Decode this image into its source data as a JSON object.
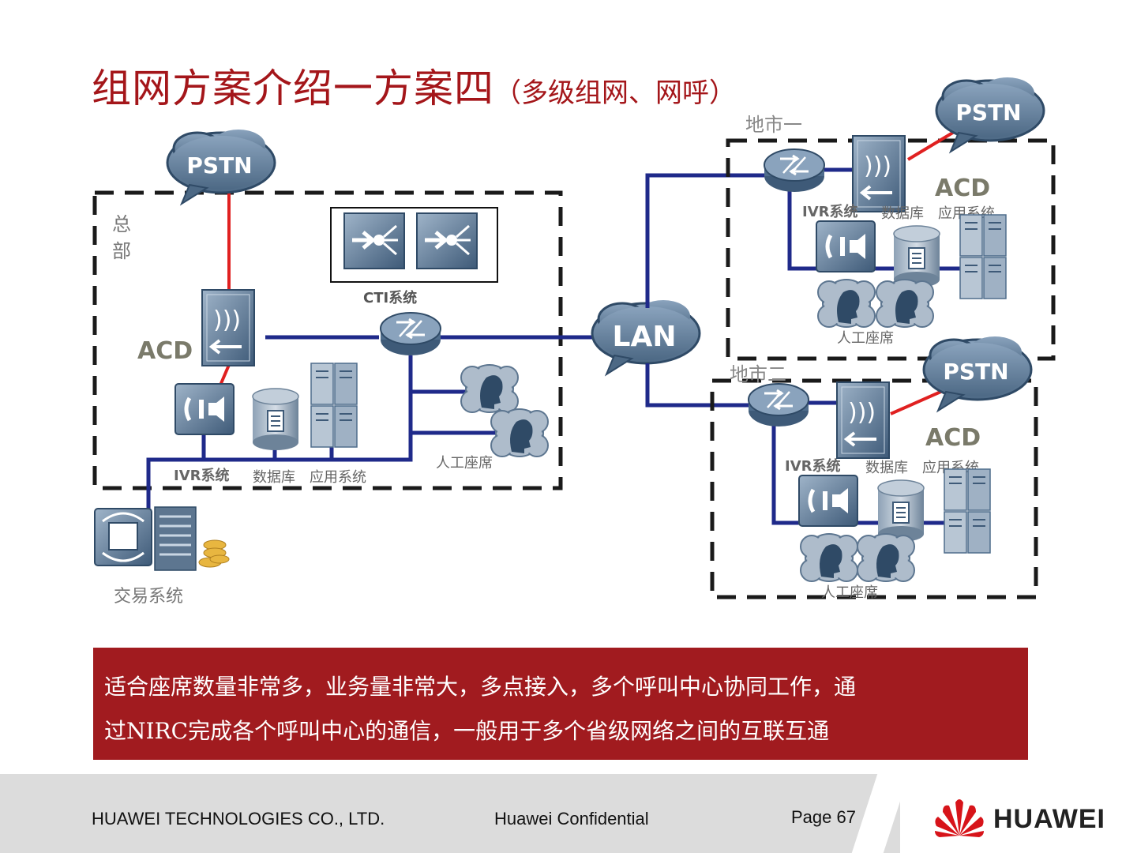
{
  "title": {
    "main": "组网方案介绍一方案四",
    "sub": "（多级组网、网呼）"
  },
  "hq": {
    "label_line1": "总",
    "label_line2": "部",
    "pstn": "PSTN",
    "acd": "ACD",
    "cti": "CTI系统",
    "ivr": "IVR系统",
    "db": "数据库",
    "app": "应用系统",
    "agents": "人工座席",
    "trade": "交易系统"
  },
  "lan": "LAN",
  "city1": {
    "name": "地市一",
    "pstn": "PSTN",
    "acd": "ACD",
    "ivr": "IVR系统",
    "db": "数据库",
    "app": "应用系统",
    "agents": "人工座席"
  },
  "city2": {
    "name": "地市二",
    "pstn": "PSTN",
    "acd": "ACD",
    "ivr": "IVR系统",
    "db": "数据库",
    "app": "应用系统",
    "agents": "人工座席"
  },
  "banner": {
    "line1": "适合座席数量非常多，业务量非常大，多点接入，多个呼叫中心协同工作，通",
    "line2": "过NIRC完成各个呼叫中心的通信，一般用于多个省级网络之间的互联互通"
  },
  "footer": {
    "company": "HUAWEI TECHNOLOGIES CO., LTD.",
    "confidential": "Huawei Confidential",
    "page": "Page 67",
    "logo": "HUAWEI"
  },
  "colors": {
    "title": "#a4161a",
    "banner": "#a11b1f",
    "line": "#1f2a8a",
    "pstn_line": "#e02020"
  },
  "icons": [
    "cloud-icon",
    "switch-icon",
    "router-icon",
    "ivr-icon",
    "database-icon",
    "server-icon",
    "agent-icon",
    "cti-server-icon",
    "trade-system-icon",
    "huawei-logo-icon"
  ]
}
